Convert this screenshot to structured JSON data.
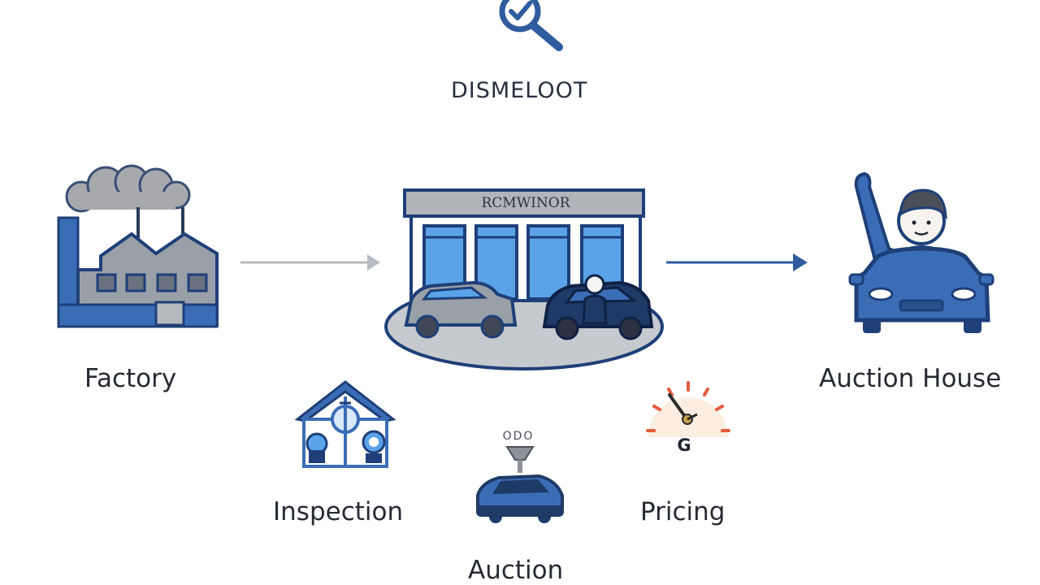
{
  "title": "DISMELOOT",
  "dealership": {
    "sign": "RCMWINOR"
  },
  "nodes": {
    "factory": {
      "label": "Factory"
    },
    "auction_house": {
      "label": "Auction House"
    }
  },
  "steps": {
    "inspection": {
      "label": "Inspection"
    },
    "auction": {
      "label": "Auction",
      "sign": "ODO"
    },
    "pricing": {
      "label": "Pricing",
      "gauge_mark": "G"
    }
  },
  "colors": {
    "primary_blue": "#3b6db7",
    "dark_navy": "#1e3f78",
    "light_blue": "#5aa3e8",
    "gray": "#9aa0a8",
    "arrow_gray": "#b7bcc2",
    "arrow_blue": "#2e5c9e",
    "gauge_red": "#e45a3c"
  }
}
